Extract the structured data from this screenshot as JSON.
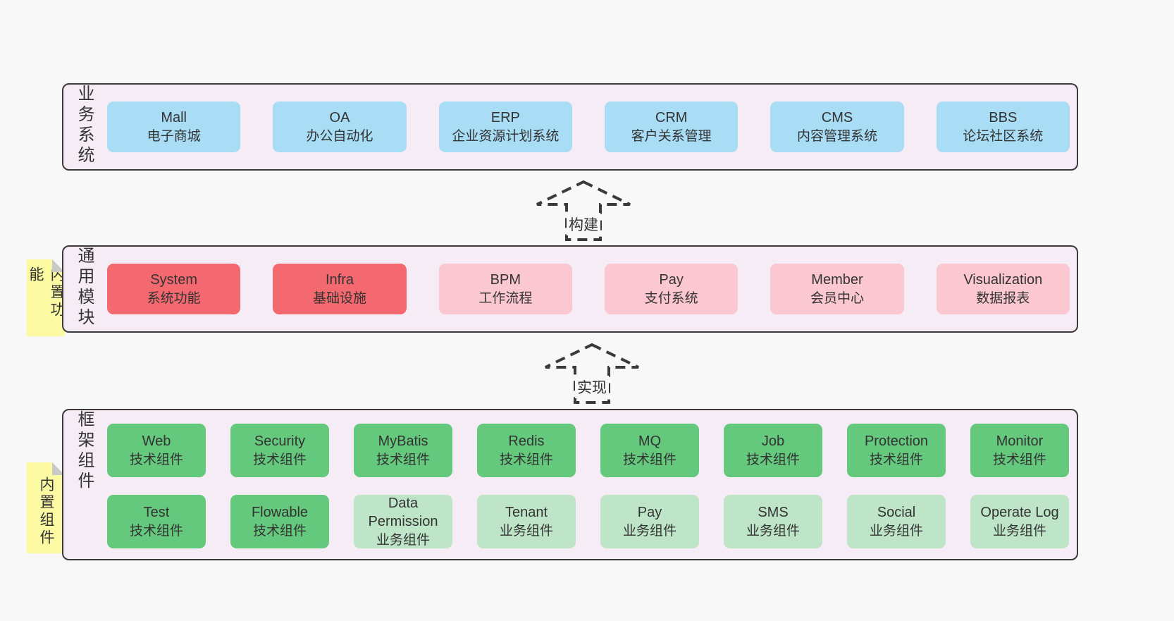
{
  "colors": {
    "page_bg": "#f8f8f8",
    "panel_bg": "#f6ecf5",
    "panel_border": "#3a3a3a",
    "box_blue": "#a9ddf5",
    "box_red": "#f4696f",
    "box_pink": "#fbc7d0",
    "box_green_dark": "#64c87d",
    "box_green_light": "#bee5c8",
    "note_yellow": "#fbf9a2",
    "note_fold_gray": "#c9c9c9",
    "text": "#333333"
  },
  "arrows": {
    "build": "构建",
    "implement": "实现"
  },
  "business": {
    "label": "业务系统",
    "boxes": [
      {
        "title": "Mall",
        "subtitle": "电子商城"
      },
      {
        "title": "OA",
        "subtitle": "办公自动化"
      },
      {
        "title": "ERP",
        "subtitle": "企业资源计划系统"
      },
      {
        "title": "CRM",
        "subtitle": "客户关系管理"
      },
      {
        "title": "CMS",
        "subtitle": "内容管理系统"
      },
      {
        "title": "BBS",
        "subtitle": "论坛社区系统"
      }
    ]
  },
  "modules": {
    "label": "通用模块",
    "note": "内置功能",
    "boxes": [
      {
        "title": "System",
        "subtitle": "系统功能"
      },
      {
        "title": "Infra",
        "subtitle": "基础设施"
      },
      {
        "title": "BPM",
        "subtitle": "工作流程"
      },
      {
        "title": "Pay",
        "subtitle": "支付系统"
      },
      {
        "title": "Member",
        "subtitle": "会员中心"
      },
      {
        "title": "Visualization",
        "subtitle": "数据报表"
      }
    ]
  },
  "components": {
    "label": "框架组件",
    "note": "内置组件",
    "row1": [
      {
        "title": "Web",
        "subtitle": "技术组件"
      },
      {
        "title": "Security",
        "subtitle": "技术组件"
      },
      {
        "title": "MyBatis",
        "subtitle": "技术组件"
      },
      {
        "title": "Redis",
        "subtitle": "技术组件"
      },
      {
        "title": "MQ",
        "subtitle": "技术组件"
      },
      {
        "title": "Job",
        "subtitle": "技术组件"
      },
      {
        "title": "Protection",
        "subtitle": "技术组件"
      },
      {
        "title": "Monitor",
        "subtitle": "技术组件"
      }
    ],
    "row2": [
      {
        "title": "Test",
        "subtitle": "技术组件"
      },
      {
        "title": "Flowable",
        "subtitle": "技术组件"
      },
      {
        "title": "Data Permission",
        "subtitle": "业务组件"
      },
      {
        "title": "Tenant",
        "subtitle": "业务组件"
      },
      {
        "title": "Pay",
        "subtitle": "业务组件"
      },
      {
        "title": "SMS",
        "subtitle": "业务组件"
      },
      {
        "title": "Social",
        "subtitle": "业务组件"
      },
      {
        "title": "Operate Log",
        "subtitle": "业务组件"
      }
    ]
  }
}
